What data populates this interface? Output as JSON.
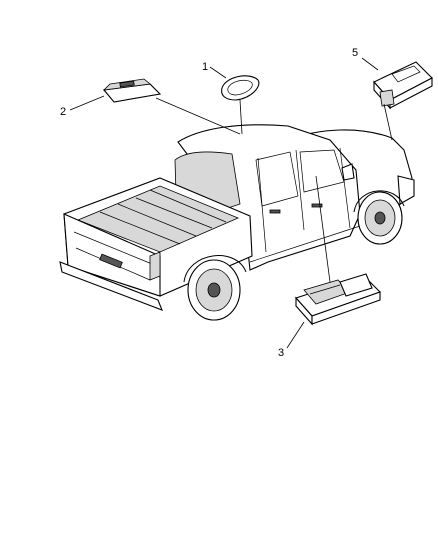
{
  "callouts": [
    {
      "id": "1",
      "label": "1"
    },
    {
      "id": "2",
      "label": "2"
    },
    {
      "id": "3",
      "label": "3"
    },
    {
      "id": "5",
      "label": "5"
    }
  ],
  "icons": [
    "pickup-truck-illustration",
    "dome-lamp-part",
    "cargo-lamp-part",
    "courtesy-lamp-part",
    "control-module-part"
  ]
}
